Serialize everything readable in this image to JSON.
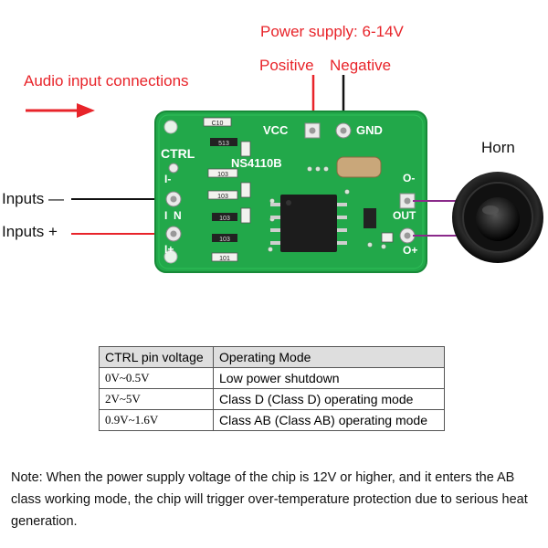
{
  "labels": {
    "power_supply": "Power supply: 6-14V",
    "positive": "Positive",
    "negative": "Negative",
    "audio_input": "Audio input connections",
    "horn": "Horn",
    "inputs_minus": "Inputs —",
    "inputs_plus": "Inputs +"
  },
  "board": {
    "vcc": "VCC",
    "gnd": "GND",
    "ctrl": "CTRL",
    "chip": "NS4110B",
    "pin_i_minus": "I-",
    "pin_i_plus": "I+",
    "in_i": "I",
    "in_n": "N",
    "out_o_minus": "O-",
    "out_o_plus": "O+",
    "out": "OUT",
    "components": [
      "C10",
      "513",
      "103",
      "103",
      "103",
      "103",
      "101"
    ]
  },
  "table": {
    "headers": [
      "CTRL pin voltage",
      "Operating Mode"
    ],
    "rows": [
      {
        "voltage": "0V~0.5V",
        "mode": "Low power shutdown"
      },
      {
        "voltage": "2V~5V",
        "mode": "Class D (Class D) operating mode"
      },
      {
        "voltage": "0.9V~1.6V",
        "mode": "Class AB (Class AB) operating mode"
      }
    ]
  },
  "note": "Note: When the power supply voltage of the chip is 12V or higher, and it enters the AB class working mode, the chip will trigger over-temperature protection due to serious heat generation.",
  "colors": {
    "label_red": "#e8242a",
    "pcb_green": "#22a84a",
    "wire_purple": "#8a2a8a",
    "wire_black": "#111111"
  }
}
